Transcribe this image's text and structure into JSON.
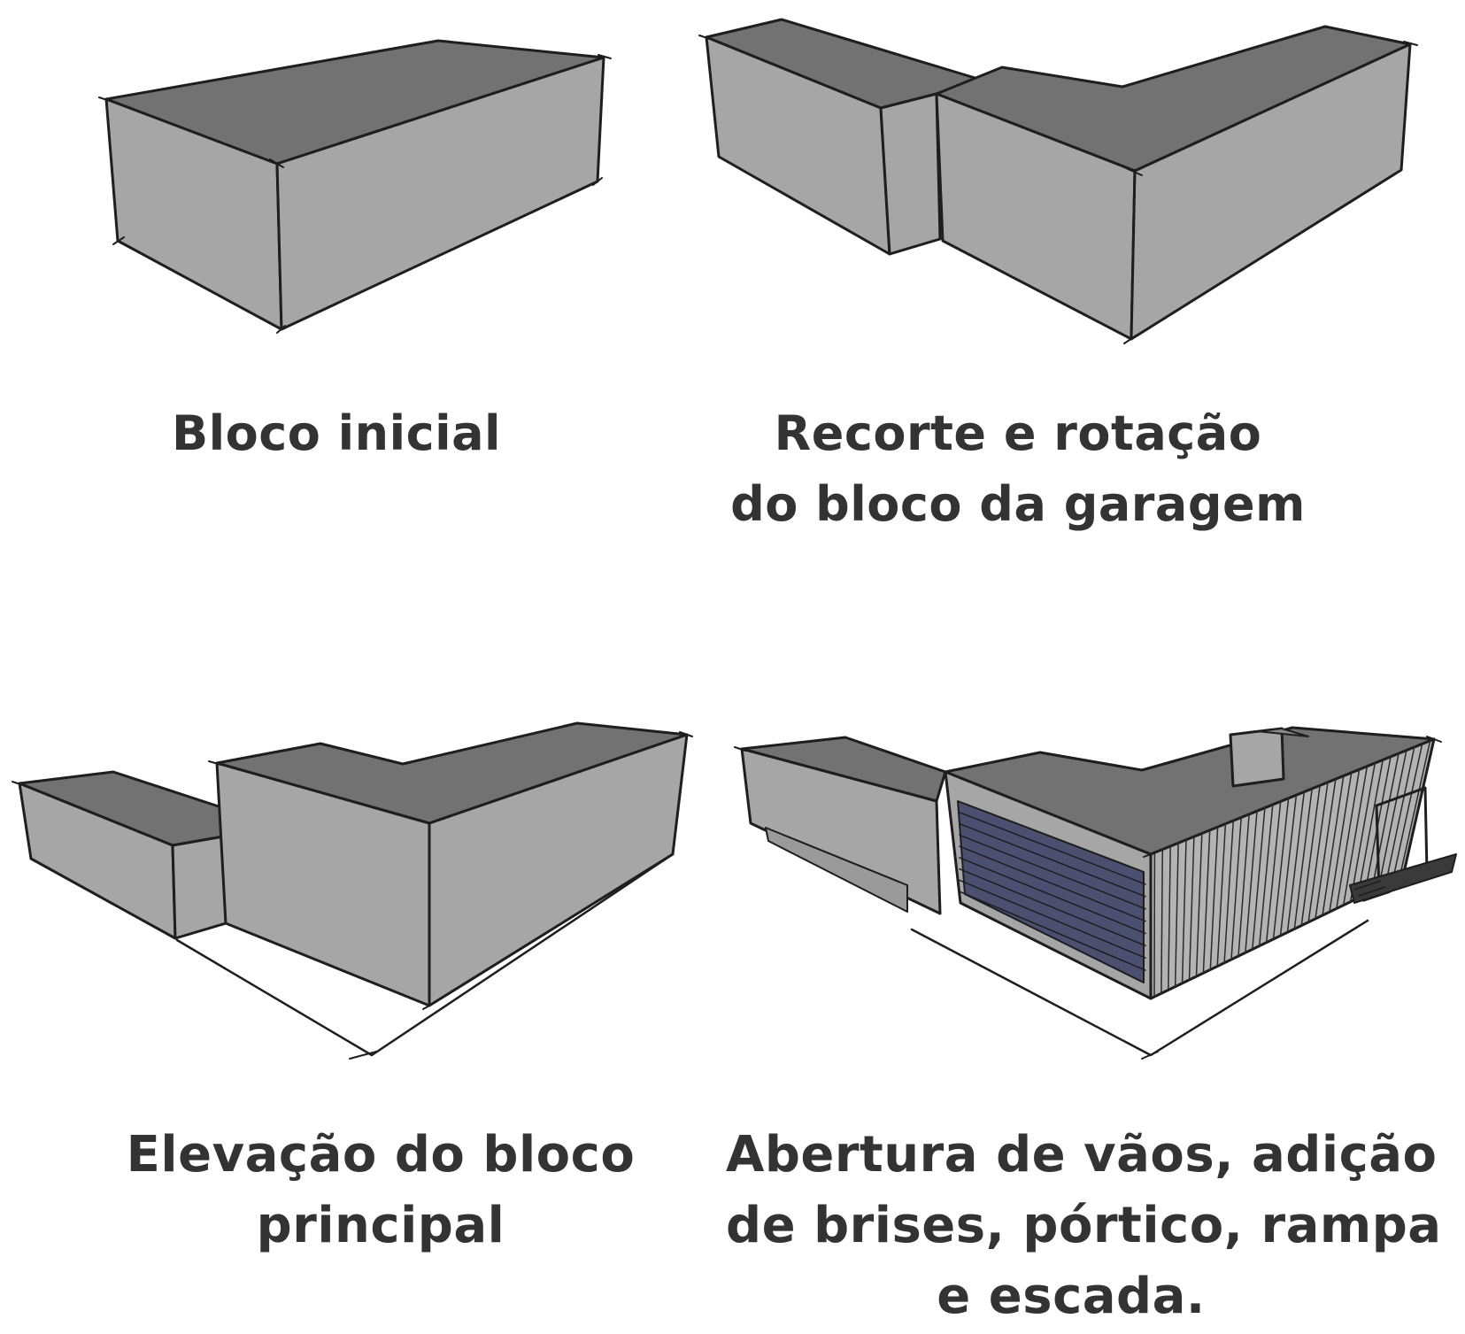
{
  "colors": {
    "roof": "#727272",
    "wall": "#a6a6a6",
    "wall_light": "#b3b3b3",
    "stroke": "#1e1e1e",
    "glass": "#4b4f70",
    "text": "#333333"
  },
  "steps": [
    {
      "lines": [
        "Bloco inicial"
      ]
    },
    {
      "lines": [
        "Recorte e rotação",
        "do bloco da garagem"
      ]
    },
    {
      "lines": [
        "Elevação do bloco",
        "principal"
      ]
    },
    {
      "lines": [
        "Abertura de vãos, adição",
        "de brises, pórtico, rampa",
        "e escada."
      ]
    }
  ]
}
